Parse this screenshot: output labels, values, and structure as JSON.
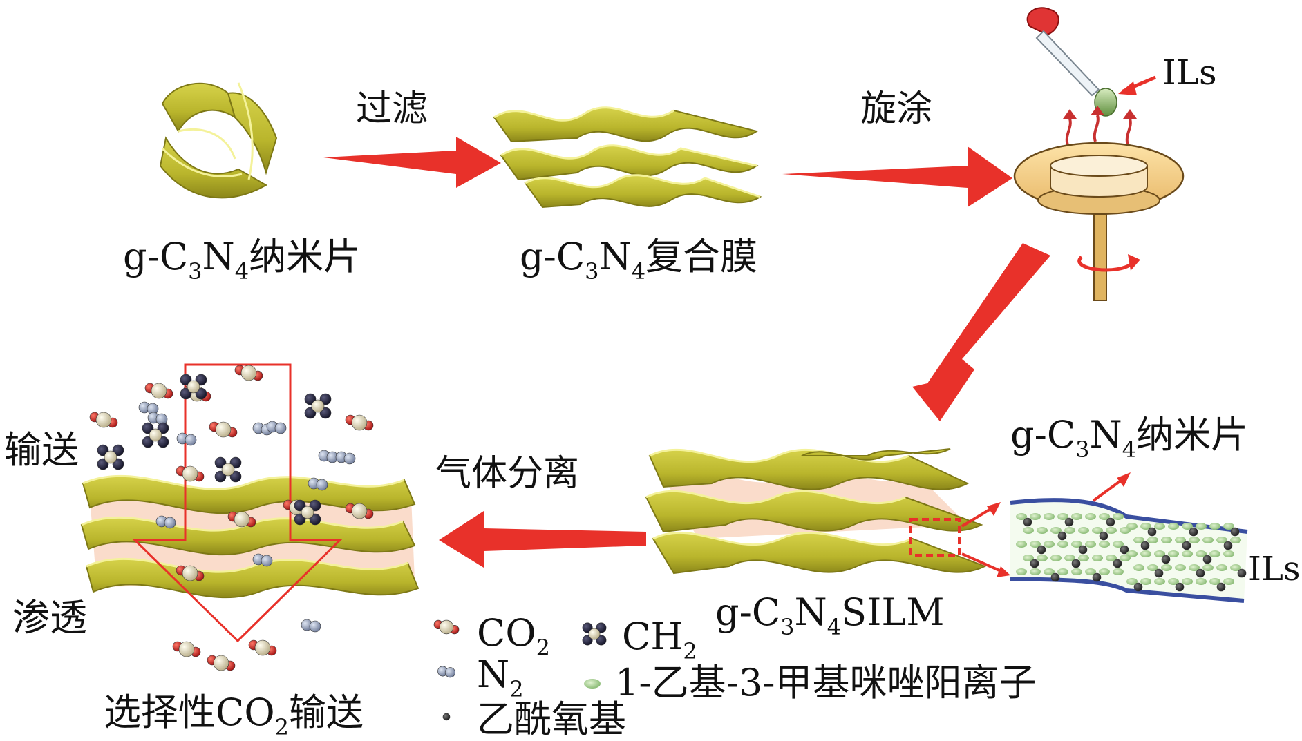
{
  "steps": {
    "filter": "过滤",
    "spin_coat": "旋涂",
    "gas_separation": "气体分离"
  },
  "labels": {
    "nanosheet": {
      "pre": "g-C",
      "s1": "3",
      "mid": "N",
      "s2": "4",
      "post": "纳米片"
    },
    "composite": {
      "pre": "g-C",
      "s1": "3",
      "mid": "N",
      "s2": "4",
      "post": "复合膜"
    },
    "silm": {
      "pre": "g-C",
      "s1": "3",
      "mid": "N",
      "s2": "4",
      "post": "SILM"
    },
    "inset_nanosheet": {
      "pre": "g-C",
      "s1": "3",
      "mid": "N",
      "s2": "4",
      "post": "纳米片"
    },
    "ils_top": "ILs",
    "ils_inset": "ILs",
    "transport": "输送",
    "permeation": "渗透",
    "selective": {
      "pre": "选择性CO",
      "s1": "2",
      "post": "输送"
    }
  },
  "legend": {
    "co2": {
      "text": "CO",
      "sub": "2"
    },
    "ch4": {
      "text": "CH",
      "sub": "2"
    },
    "n2": {
      "text": "N",
      "sub": "2"
    },
    "cation": "1-乙基-3-甲基咪唑阳离子",
    "anion": "乙酰氧基"
  },
  "colors": {
    "sheet": "#c9c53a",
    "sheet_dark": "#8f8a1c",
    "sheet_edge": "#f2f08a",
    "arrow": "#e8312a",
    "ionic_liquid": "#f8d8c8",
    "membrane_border": "#3a4fa0"
  }
}
